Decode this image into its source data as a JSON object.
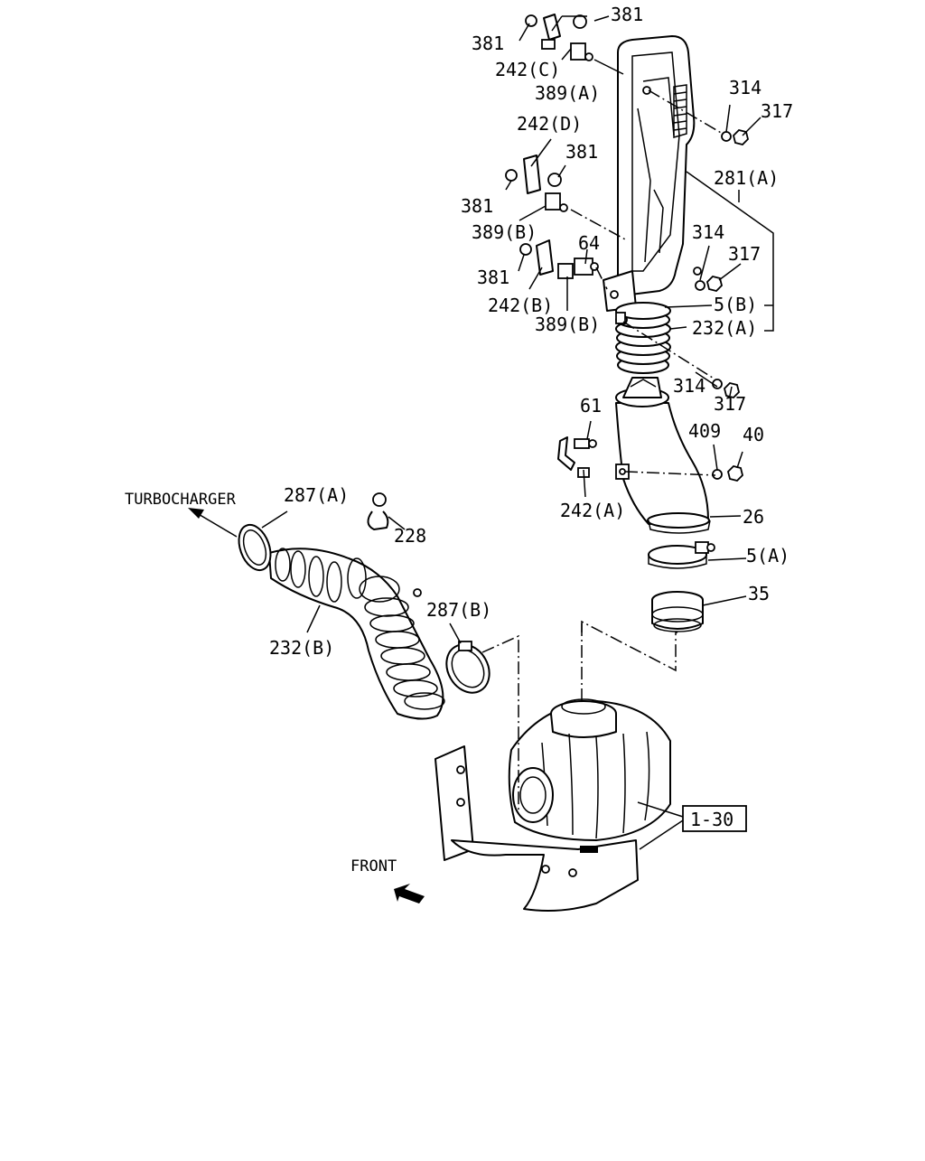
{
  "labels": {
    "l381a": "381",
    "l381b": "381",
    "l242c": "242(C)",
    "l389a": "389(A)",
    "l314a": "314",
    "l317a": "317",
    "l242d": "242(D)",
    "l381c": "381",
    "l381d": "381",
    "l281a": "281(A)",
    "l389b1": "389(B)",
    "l64": "64",
    "l314b": "314",
    "l317b": "317",
    "l381e": "381",
    "l242b": "242(B)",
    "l5b": "5(B)",
    "l389b2": "389(B)",
    "l232a": "232(A)",
    "l314c": "314",
    "l317c": "317",
    "l61": "61",
    "l409": "409",
    "l40": "40",
    "l242a": "242(A)",
    "l26": "26",
    "l5a": "5(A)",
    "l35": "35",
    "l287a": "287(A)",
    "l228": "228",
    "l287b": "287(B)",
    "l232b": "232(B)",
    "l130": "1-30",
    "turbo": "TURBOCHARGER",
    "front": "FRONT"
  },
  "icons": [
    "arrow-left-up-icon",
    "front-arrow-icon"
  ]
}
